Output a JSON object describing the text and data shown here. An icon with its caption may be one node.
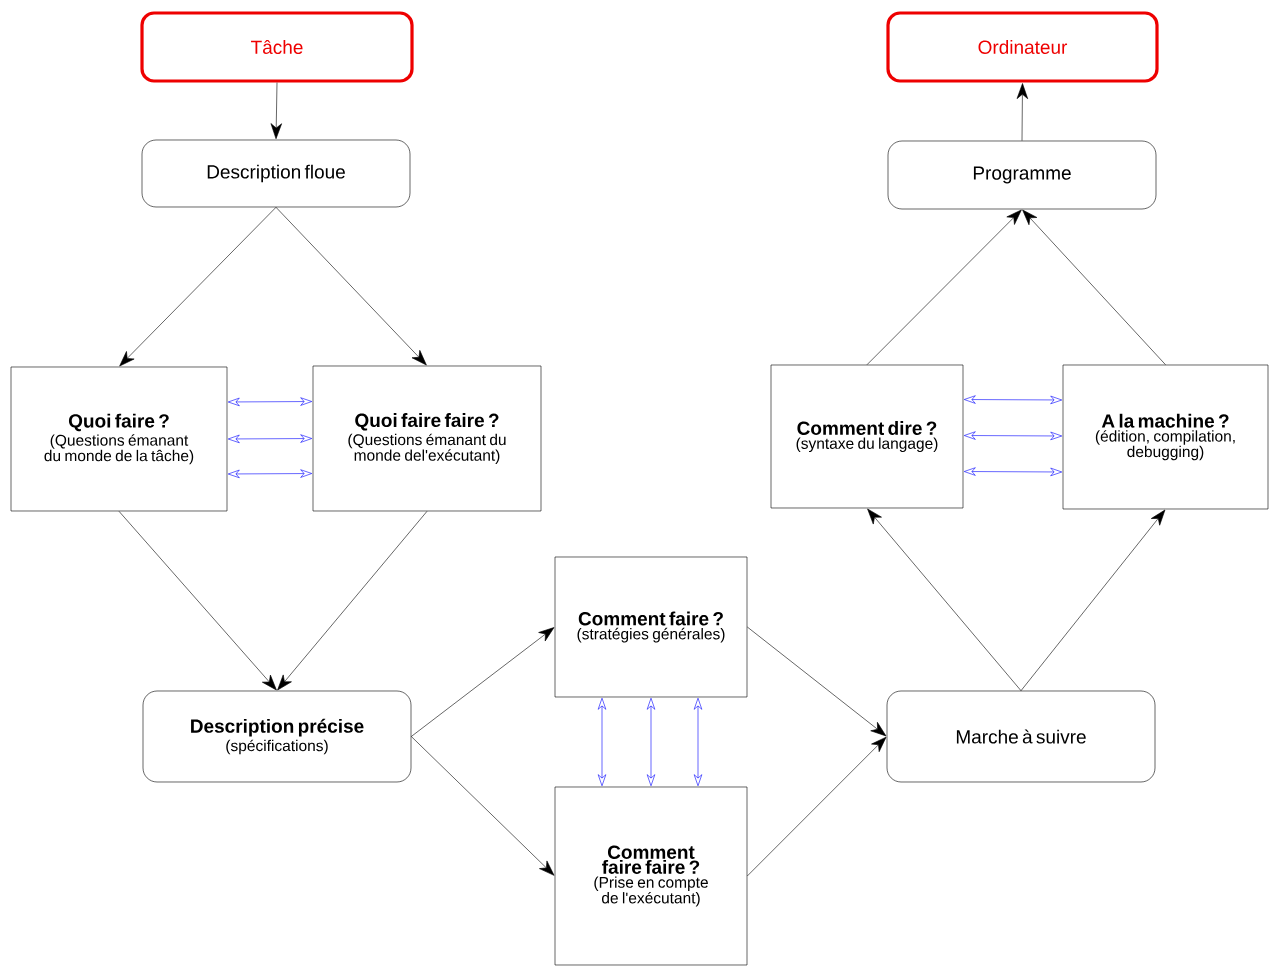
{
  "diagram": {
    "nodes": [
      {
        "text": [
          "Tâche"
        ]
      },
      {
        "text": [
          "Ordinateur"
        ]
      },
      {
        "text": [
          "Description floue"
        ]
      },
      {
        "text": [
          "Programme"
        ]
      },
      {
        "text": [
          "Quoi faire ?",
          "(Questions émanant du monde de la tâche)"
        ]
      },
      {
        "text": [
          "Quoi faire faire ?",
          "(Questions émanant du monde del'exécutant)"
        ]
      },
      {
        "text": [
          "Comment dire ?",
          "(syntaxe du langage)"
        ]
      },
      {
        "text": [
          "A la machine ?",
          "(édition, compilation, debugging)"
        ]
      },
      {
        "text": [
          "Comment faire ?",
          "(stratégies générales)"
        ]
      },
      {
        "text": [
          "Description précise",
          "(spécifications)"
        ]
      },
      {
        "text": [
          "Marche à suivre"
        ]
      },
      {
        "text": [
          "Comment faire faire ?",
          "(Prise en compte de l'exécutant)"
        ]
      }
    ],
    "edges": [
      {
        "from": 0,
        "to": 2,
        "arrow": "to"
      },
      {
        "from": 2,
        "to": 4,
        "arrow": "to"
      },
      {
        "from": 2,
        "to": 5,
        "arrow": "to"
      },
      {
        "from": 4,
        "to": 9,
        "arrow": "to"
      },
      {
        "from": 5,
        "to": 9,
        "arrow": "to"
      },
      {
        "from": 9,
        "to": 8,
        "arrow": "to"
      },
      {
        "from": 9,
        "to": 11,
        "arrow": "to"
      },
      {
        "from": 8,
        "to": 10,
        "arrow": "to"
      },
      {
        "from": 11,
        "to": 10,
        "arrow": "to"
      },
      {
        "from": 10,
        "to": 6,
        "arrow": "to"
      },
      {
        "from": 10,
        "to": 7,
        "arrow": "to"
      },
      {
        "from": 6,
        "to": 3,
        "arrow": "to"
      },
      {
        "from": 7,
        "to": 3,
        "arrow": "to"
      },
      {
        "from": 3,
        "to": 1,
        "arrow": "to"
      },
      {
        "from": 4,
        "to": 5,
        "arrow": "both",
        "color": "#0000ff"
      },
      {
        "from": 4,
        "to": 5,
        "arrow": "both",
        "color": "#0000ff"
      },
      {
        "from": 4,
        "to": 5,
        "arrow": "both",
        "color": "#0000ff"
      },
      {
        "from": 6,
        "to": 7,
        "arrow": "both",
        "color": "#0000ff"
      },
      {
        "from": 6,
        "to": 7,
        "arrow": "both",
        "color": "#0000ff"
      },
      {
        "from": 6,
        "to": 7,
        "arrow": "both",
        "color": "#0000ff"
      },
      {
        "from": 8,
        "to": 11,
        "arrow": "both",
        "color": "#0000ff"
      },
      {
        "from": 8,
        "to": 11,
        "arrow": "both",
        "color": "#0000ff"
      },
      {
        "from": 8,
        "to": 11,
        "arrow": "both",
        "color": "#0000ff"
      }
    ]
  }
}
